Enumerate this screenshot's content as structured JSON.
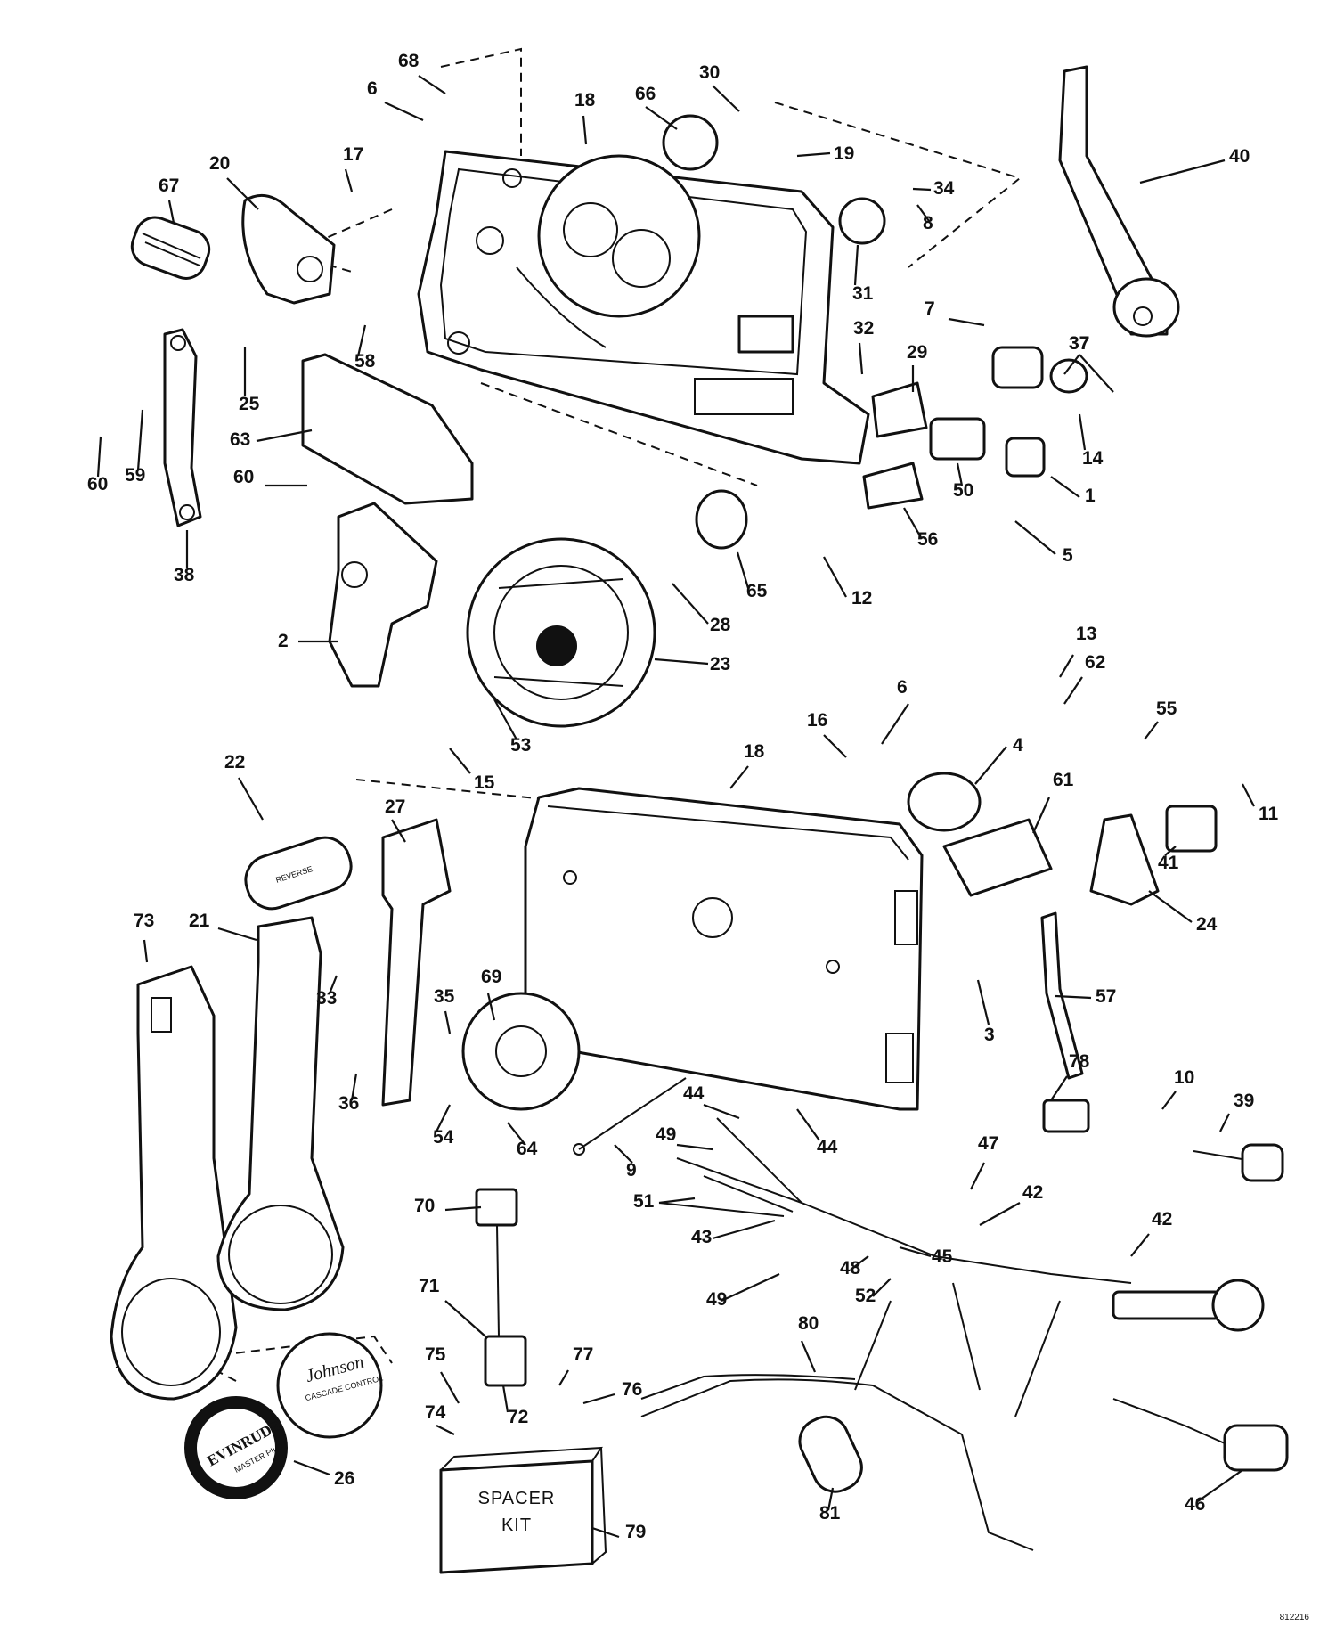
{
  "callouts": [
    "1",
    "2",
    "3",
    "4",
    "5",
    "6",
    "7",
    "8",
    "9",
    "10",
    "11",
    "12",
    "13",
    "14",
    "15",
    "16",
    "17",
    "18",
    "19",
    "20",
    "21",
    "22",
    "23",
    "24",
    "25",
    "26",
    "27",
    "28",
    "29",
    "30",
    "31",
    "32",
    "33",
    "34",
    "35",
    "36",
    "37",
    "38",
    "39",
    "40",
    "41",
    "42",
    "43",
    "44",
    "45",
    "46",
    "47",
    "48",
    "49",
    "50",
    "51",
    "52",
    "53",
    "54",
    "55",
    "56",
    "57",
    "58",
    "59",
    "60",
    "61",
    "62",
    "63",
    "64",
    "65",
    "66",
    "67",
    "68",
    "69",
    "70",
    "71",
    "72",
    "73",
    "74",
    "75",
    "76",
    "77",
    "78",
    "79",
    "80",
    "81"
  ],
  "spacer_kit": {
    "line1": "SPACER",
    "line2": "KIT"
  },
  "decal_reverse": "REVERSE",
  "logo_johnson": {
    "brand": "Johnson",
    "sub": "CASCADE CONTROL"
  },
  "logo_evinrude": {
    "brand": "EVINRUDE",
    "sub": "MASTER PILOT"
  },
  "drawing_number": "812216"
}
